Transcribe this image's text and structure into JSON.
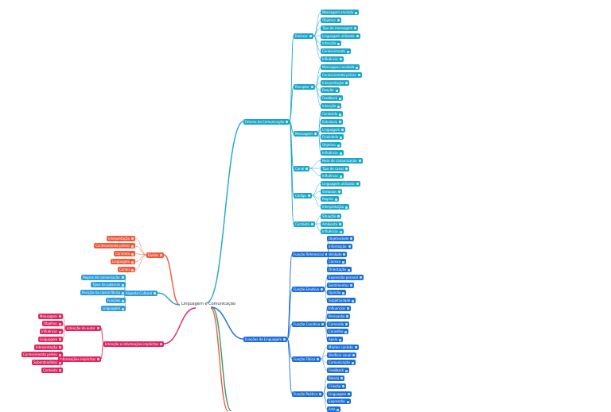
{
  "root": "Linguagem e Comunicação",
  "colors": {
    "teal": "#1ba6c9",
    "blue": "#1c6fd8",
    "orange": "#ef5a3c",
    "sky": "#2d9cdb",
    "pink": "#e0245e",
    "green": "#2a9d6f"
  },
  "teal": {
    "main": "Fatores da Comunicação",
    "groups": [
      {
        "label": "Emissor",
        "items": [
          "Mensagem enviada",
          "Objetivo",
          "Tipo de mensagem",
          "Linguagem utilizada",
          "Intenção",
          "Conhecimento",
          "Influência"
        ]
      },
      {
        "label": "Receptor",
        "items": [
          "Mensagem recebida",
          "Conhecimento prévio",
          "Interpretação",
          "Reação",
          "Feedback",
          "Intenção"
        ]
      },
      {
        "label": "Mensagem",
        "items": [
          "Conteúdo",
          "Estrutura",
          "Linguagem",
          "Finalidade",
          "Objetivo",
          "Influência"
        ]
      },
      {
        "label": "Canal",
        "items": [
          "Meio de comunicação",
          "Tipo de canal",
          "Influência"
        ]
      },
      {
        "label": "Código",
        "items": [
          "Linguagem utilizada",
          "Símbolos",
          "Regras",
          "Interpretação"
        ]
      },
      {
        "label": "Contexto",
        "items": [
          "Situação",
          "Ambiente",
          "Influência"
        ]
      }
    ]
  },
  "blue": {
    "main": "Funções da Linguagem",
    "groups": [
      {
        "label": "Função Referencial",
        "items": [
          "Objetividade",
          "Informação",
          "Verdade",
          "Clareza",
          "Orientação"
        ]
      },
      {
        "label": "Função Emotiva",
        "items": [
          "Expressão pessoal",
          "Sentimentos",
          "Opinião",
          "Subjetividade"
        ]
      },
      {
        "label": "Função Conativa",
        "items": [
          "Influenciar",
          "Persuasão",
          "Comando",
          "Conselho",
          "Apelo"
        ]
      },
      {
        "label": "Função Fática",
        "items": [
          "Manter contato",
          "Verificar canal",
          "Comunicação",
          "Feedback"
        ]
      },
      {
        "label": "Função Poética",
        "items": [
          "Beleza",
          "Criação",
          "Linguagem",
          "Expressão",
          "Arte"
        ]
      }
    ]
  },
  "orange": {
    "main": "Ruídos",
    "items": [
      "Interpretação",
      "Conhecimento prévio",
      "Contexto",
      "Linguagem",
      "Canais"
    ]
  },
  "sky": {
    "main": "Aspecto Cultural",
    "items": [
      "Regras de conversação",
      "Tipos de palavras",
      "Posição da classe fônica",
      "Funções",
      "Linguagem"
    ]
  },
  "pink": {
    "main": "Intenção e informações implícitas",
    "groups": [
      {
        "label": "Intenção do autor",
        "items": [
          "Mensagem",
          "Objetivo",
          "Influência",
          "Linguagem"
        ]
      },
      {
        "label": "Informações implícitas",
        "items": [
          "Interpretação",
          "Conhecimento prévio",
          "Subentendidos",
          "Contexto"
        ]
      }
    ]
  }
}
